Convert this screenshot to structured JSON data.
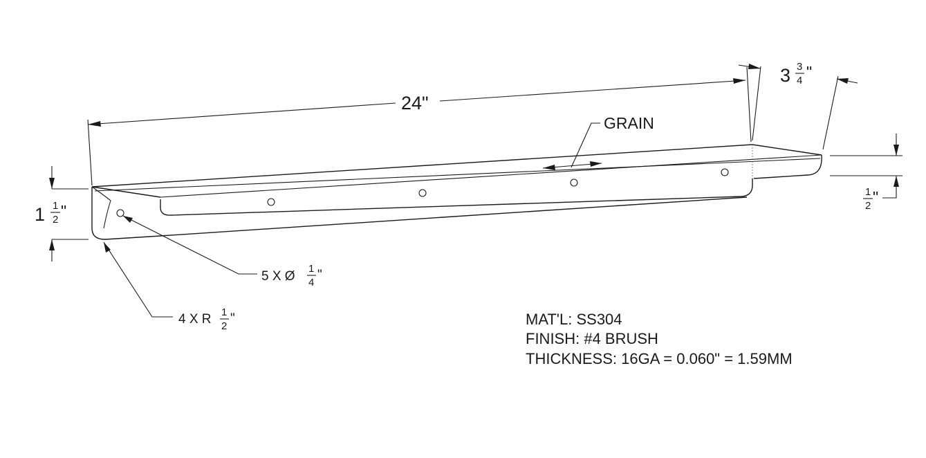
{
  "dimensions": {
    "length": "24\"",
    "depth_whole": "3",
    "depth_frac_num": "3",
    "depth_frac_den": "4",
    "depth_unit": "\"",
    "height_whole": "1",
    "height_frac_num": "1",
    "height_frac_den": "2",
    "height_unit": "\"",
    "lip_frac_num": "1",
    "lip_frac_den": "2",
    "lip_unit": "\""
  },
  "callouts": {
    "grain": "GRAIN",
    "holes_prefix": "5 X Ø",
    "holes_num": "1",
    "holes_den": "4",
    "holes_unit": "\"",
    "radius_prefix": "4 X R",
    "radius_num": "1",
    "radius_den": "2",
    "radius_unit": "\""
  },
  "notes": {
    "material": "MAT'L: SS304",
    "finish": "FINISH: #4 BRUSH",
    "thickness": "THICKNESS: 16GA = 0.060\" = 1.59MM"
  }
}
